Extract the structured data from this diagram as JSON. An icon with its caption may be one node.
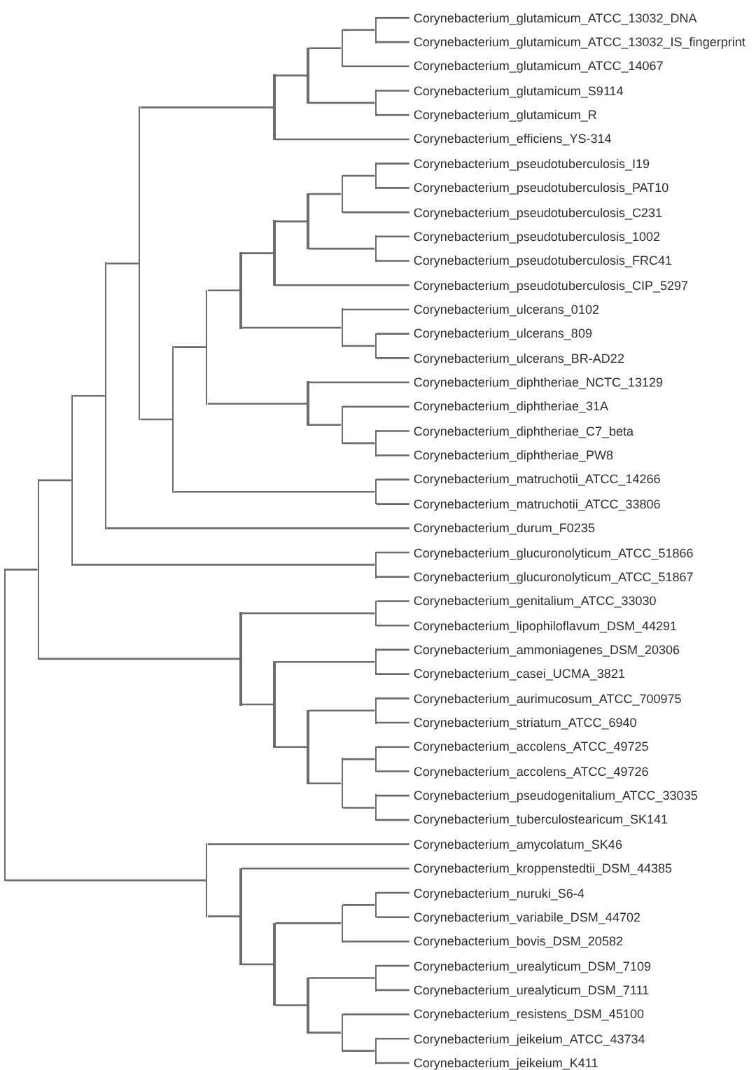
{
  "diagram": {
    "nodes": [
      {
        "text": [],
        "shape": "bar"
      },
      {
        "text": [],
        "shape": "bar"
      },
      {
        "text": [],
        "shape": "bar"
      },
      {
        "text": [],
        "shape": "bar"
      },
      {
        "text": [],
        "shape": "bar"
      },
      {
        "text": [],
        "shape": "bar"
      },
      {
        "text": [],
        "shape": "bar"
      },
      {
        "text": [],
        "shape": "bar"
      },
      {
        "text": [],
        "shape": "bar"
      },
      {
        "text": [
          "Corynebacterium_glutamicum_ATCC_13032_DNA"
        ]
      },
      {
        "text": [
          "Corynebacterium_glutamicum_ATCC_13032_IS_fingerprint"
        ]
      },
      {
        "text": [
          "Corynebacterium_glutamicum_ATCC_14067"
        ]
      },
      {
        "text": [],
        "shape": "bar"
      },
      {
        "text": [
          "Corynebacterium_glutamicum_S9114"
        ]
      },
      {
        "text": [
          "Corynebacterium_glutamicum_R"
        ]
      },
      {
        "text": [
          "Corynebacterium_efficiens_YS-314"
        ]
      },
      {
        "text": [],
        "shape": "bar"
      },
      {
        "text": [],
        "shape": "bar"
      },
      {
        "text": [],
        "shape": "bar"
      },
      {
        "text": [],
        "shape": "bar"
      },
      {
        "text": [],
        "shape": "bar"
      },
      {
        "text": [],
        "shape": "bar"
      },
      {
        "text": [],
        "shape": "bar"
      },
      {
        "text": [
          "Corynebacterium_pseudotuberculosis_I19"
        ]
      },
      {
        "text": [
          "Corynebacterium_pseudotuberculosis_PAT10"
        ]
      },
      {
        "text": [
          "Corynebacterium_pseudotuberculosis_C231"
        ]
      },
      {
        "text": [],
        "shape": "bar"
      },
      {
        "text": [
          "Corynebacterium_pseudotuberculosis_1002"
        ]
      },
      {
        "text": [
          "Corynebacterium_pseudotuberculosis_FRC41"
        ]
      },
      {
        "text": [
          "Corynebacterium_pseudotuberculosis_CIP_5297"
        ]
      },
      {
        "text": [],
        "shape": "bar"
      },
      {
        "text": [
          "Corynebacterium_ulcerans_0102"
        ]
      },
      {
        "text": [],
        "shape": "bar"
      },
      {
        "text": [
          "Corynebacterium_ulcerans_809"
        ]
      },
      {
        "text": [
          "Corynebacterium_ulcerans_BR-AD22"
        ]
      },
      {
        "text": [],
        "shape": "bar"
      },
      {
        "text": [
          "Corynebacterium_diphtheriae_NCTC_13129"
        ]
      },
      {
        "text": [],
        "shape": "bar"
      },
      {
        "text": [
          "Corynebacterium_diphtheriae_31A"
        ]
      },
      {
        "text": [],
        "shape": "bar"
      },
      {
        "text": [
          "Corynebacterium_diphtheriae_C7_beta"
        ]
      },
      {
        "text": [
          "Corynebacterium_diphtheriae_PW8"
        ]
      },
      {
        "text": [],
        "shape": "bar"
      },
      {
        "text": [
          "Corynebacterium_matruchotii_ATCC_14266"
        ]
      },
      {
        "text": [
          "Corynebacterium_matruchotii_ATCC_33806"
        ]
      },
      {
        "text": [
          "Corynebacterium_durum_F0235"
        ]
      },
      {
        "text": [],
        "shape": "bar"
      },
      {
        "text": [
          "Corynebacterium_glucuronolyticum_ATCC_51866"
        ]
      },
      {
        "text": [
          "Corynebacterium_glucuronolyticum_ATCC_51867"
        ]
      },
      {
        "text": [],
        "shape": "bar"
      },
      {
        "text": [],
        "shape": "bar"
      },
      {
        "text": [
          "Corynebacterium_genitalium_ATCC_33030"
        ]
      },
      {
        "text": [
          "Corynebacterium_lipophiloflavum_DSM_44291"
        ]
      },
      {
        "text": [],
        "shape": "bar"
      },
      {
        "text": [],
        "shape": "bar"
      },
      {
        "text": [
          "Corynebacterium_ammoniagenes_DSM_20306"
        ]
      },
      {
        "text": [
          "Corynebacterium_casei_UCMA_3821"
        ]
      },
      {
        "text": [],
        "shape": "bar"
      },
      {
        "text": [],
        "shape": "bar"
      },
      {
        "text": [
          "Corynebacterium_aurimucosum_ATCC_700975"
        ]
      },
      {
        "text": [
          "Corynebacterium_striatum_ATCC_6940"
        ]
      },
      {
        "text": [],
        "shape": "bar"
      },
      {
        "text": [],
        "shape": "bar"
      },
      {
        "text": [
          "Corynebacterium_accolens_ATCC_49725"
        ]
      },
      {
        "text": [
          "Corynebacterium_accolens_ATCC_49726"
        ]
      },
      {
        "text": [],
        "shape": "bar"
      },
      {
        "text": [
          "Corynebacterium_pseudogenitalium_ATCC_33035"
        ]
      },
      {
        "text": [
          "Corynebacterium_tuberculostearicum_SK141"
        ]
      },
      {
        "text": [],
        "shape": "bar"
      },
      {
        "text": [
          "Corynebacterium_amycolatum_SK46"
        ]
      },
      {
        "text": [],
        "shape": "bar"
      },
      {
        "text": [
          "Corynebacterium_kroppenstedtii_DSM_44385"
        ]
      },
      {
        "text": [],
        "shape": "bar"
      },
      {
        "text": [],
        "shape": "bar"
      },
      {
        "text": [],
        "shape": "bar"
      },
      {
        "text": [
          "Corynebacterium_nuruki_S6-4"
        ]
      },
      {
        "text": [
          "Corynebacterium_variabile_DSM_44702"
        ]
      },
      {
        "text": [
          "Corynebacterium_bovis_DSM_20582"
        ]
      },
      {
        "text": [],
        "shape": "bar"
      },
      {
        "text": [],
        "shape": "bar"
      },
      {
        "text": [
          "Corynebacterium_urealyticum_DSM_7109"
        ]
      },
      {
        "text": [
          "Corynebacterium_urealyticum_DSM_7111"
        ]
      },
      {
        "text": [],
        "shape": "bar"
      },
      {
        "text": [
          "Corynebacterium_resistens_DSM_45100"
        ]
      },
      {
        "text": [],
        "shape": "bar"
      },
      {
        "text": [
          "Corynebacterium_jeikeium_ATCC_43734"
        ]
      },
      {
        "text": [
          "Corynebacterium_jeikeium_K411"
        ]
      }
    ],
    "edges": [
      {
        "from": 0,
        "to": 1,
        "arrow": "none"
      },
      {
        "from": 1,
        "to": 2,
        "arrow": "none"
      },
      {
        "from": 2,
        "to": 3,
        "arrow": "none"
      },
      {
        "from": 3,
        "to": 4,
        "arrow": "none"
      },
      {
        "from": 4,
        "to": 5,
        "arrow": "none"
      },
      {
        "from": 5,
        "to": 6,
        "arrow": "none"
      },
      {
        "from": 6,
        "to": 7,
        "arrow": "none"
      },
      {
        "from": 7,
        "to": 8,
        "arrow": "none"
      },
      {
        "from": 8,
        "to": 9,
        "arrow": "none"
      },
      {
        "from": 8,
        "to": 10,
        "arrow": "none"
      },
      {
        "from": 7,
        "to": 11,
        "arrow": "none"
      },
      {
        "from": 6,
        "to": 12,
        "arrow": "none"
      },
      {
        "from": 12,
        "to": 13,
        "arrow": "none"
      },
      {
        "from": 12,
        "to": 14,
        "arrow": "none"
      },
      {
        "from": 5,
        "to": 15,
        "arrow": "none"
      },
      {
        "from": 4,
        "to": 16,
        "arrow": "none"
      },
      {
        "from": 16,
        "to": 17,
        "arrow": "none"
      },
      {
        "from": 17,
        "to": 18,
        "arrow": "none"
      },
      {
        "from": 18,
        "to": 19,
        "arrow": "none"
      },
      {
        "from": 19,
        "to": 20,
        "arrow": "none"
      },
      {
        "from": 20,
        "to": 21,
        "arrow": "none"
      },
      {
        "from": 21,
        "to": 22,
        "arrow": "none"
      },
      {
        "from": 22,
        "to": 23,
        "arrow": "none"
      },
      {
        "from": 22,
        "to": 24,
        "arrow": "none"
      },
      {
        "from": 21,
        "to": 25,
        "arrow": "none"
      },
      {
        "from": 20,
        "to": 26,
        "arrow": "none"
      },
      {
        "from": 26,
        "to": 27,
        "arrow": "none"
      },
      {
        "from": 26,
        "to": 28,
        "arrow": "none"
      },
      {
        "from": 19,
        "to": 29,
        "arrow": "none"
      },
      {
        "from": 18,
        "to": 30,
        "arrow": "none"
      },
      {
        "from": 30,
        "to": 31,
        "arrow": "none"
      },
      {
        "from": 30,
        "to": 32,
        "arrow": "none"
      },
      {
        "from": 32,
        "to": 33,
        "arrow": "none"
      },
      {
        "from": 32,
        "to": 34,
        "arrow": "none"
      },
      {
        "from": 17,
        "to": 35,
        "arrow": "none"
      },
      {
        "from": 35,
        "to": 36,
        "arrow": "none"
      },
      {
        "from": 35,
        "to": 37,
        "arrow": "none"
      },
      {
        "from": 37,
        "to": 38,
        "arrow": "none"
      },
      {
        "from": 37,
        "to": 39,
        "arrow": "none"
      },
      {
        "from": 39,
        "to": 40,
        "arrow": "none"
      },
      {
        "from": 39,
        "to": 41,
        "arrow": "none"
      },
      {
        "from": 16,
        "to": 42,
        "arrow": "none"
      },
      {
        "from": 42,
        "to": 43,
        "arrow": "none"
      },
      {
        "from": 42,
        "to": 44,
        "arrow": "none"
      },
      {
        "from": 3,
        "to": 45,
        "arrow": "none"
      },
      {
        "from": 2,
        "to": 46,
        "arrow": "none"
      },
      {
        "from": 46,
        "to": 47,
        "arrow": "none"
      },
      {
        "from": 46,
        "to": 48,
        "arrow": "none"
      },
      {
        "from": 1,
        "to": 49,
        "arrow": "none"
      },
      {
        "from": 49,
        "to": 50,
        "arrow": "none"
      },
      {
        "from": 50,
        "to": 51,
        "arrow": "none"
      },
      {
        "from": 50,
        "to": 52,
        "arrow": "none"
      },
      {
        "from": 49,
        "to": 53,
        "arrow": "none"
      },
      {
        "from": 53,
        "to": 54,
        "arrow": "none"
      },
      {
        "from": 54,
        "to": 55,
        "arrow": "none"
      },
      {
        "from": 54,
        "to": 56,
        "arrow": "none"
      },
      {
        "from": 53,
        "to": 57,
        "arrow": "none"
      },
      {
        "from": 57,
        "to": 58,
        "arrow": "none"
      },
      {
        "from": 58,
        "to": 59,
        "arrow": "none"
      },
      {
        "from": 58,
        "to": 60,
        "arrow": "none"
      },
      {
        "from": 57,
        "to": 61,
        "arrow": "none"
      },
      {
        "from": 61,
        "to": 62,
        "arrow": "none"
      },
      {
        "from": 62,
        "to": 63,
        "arrow": "none"
      },
      {
        "from": 62,
        "to": 64,
        "arrow": "none"
      },
      {
        "from": 61,
        "to": 65,
        "arrow": "none"
      },
      {
        "from": 65,
        "to": 66,
        "arrow": "none"
      },
      {
        "from": 65,
        "to": 67,
        "arrow": "none"
      },
      {
        "from": 0,
        "to": 68,
        "arrow": "none"
      },
      {
        "from": 68,
        "to": 69,
        "arrow": "none"
      },
      {
        "from": 68,
        "to": 70,
        "arrow": "none"
      },
      {
        "from": 70,
        "to": 71,
        "arrow": "none"
      },
      {
        "from": 70,
        "to": 72,
        "arrow": "none"
      },
      {
        "from": 72,
        "to": 73,
        "arrow": "none"
      },
      {
        "from": 73,
        "to": 74,
        "arrow": "none"
      },
      {
        "from": 74,
        "to": 75,
        "arrow": "none"
      },
      {
        "from": 74,
        "to": 76,
        "arrow": "none"
      },
      {
        "from": 73,
        "to": 77,
        "arrow": "none"
      },
      {
        "from": 72,
        "to": 78,
        "arrow": "none"
      },
      {
        "from": 78,
        "to": 79,
        "arrow": "none"
      },
      {
        "from": 79,
        "to": 80,
        "arrow": "none"
      },
      {
        "from": 79,
        "to": 81,
        "arrow": "none"
      },
      {
        "from": 78,
        "to": 82,
        "arrow": "none"
      },
      {
        "from": 82,
        "to": 83,
        "arrow": "none"
      },
      {
        "from": 82,
        "to": 84,
        "arrow": "none"
      },
      {
        "from": 84,
        "to": 85,
        "arrow": "none"
      },
      {
        "from": 84,
        "to": 86,
        "arrow": "none"
      }
    ]
  }
}
